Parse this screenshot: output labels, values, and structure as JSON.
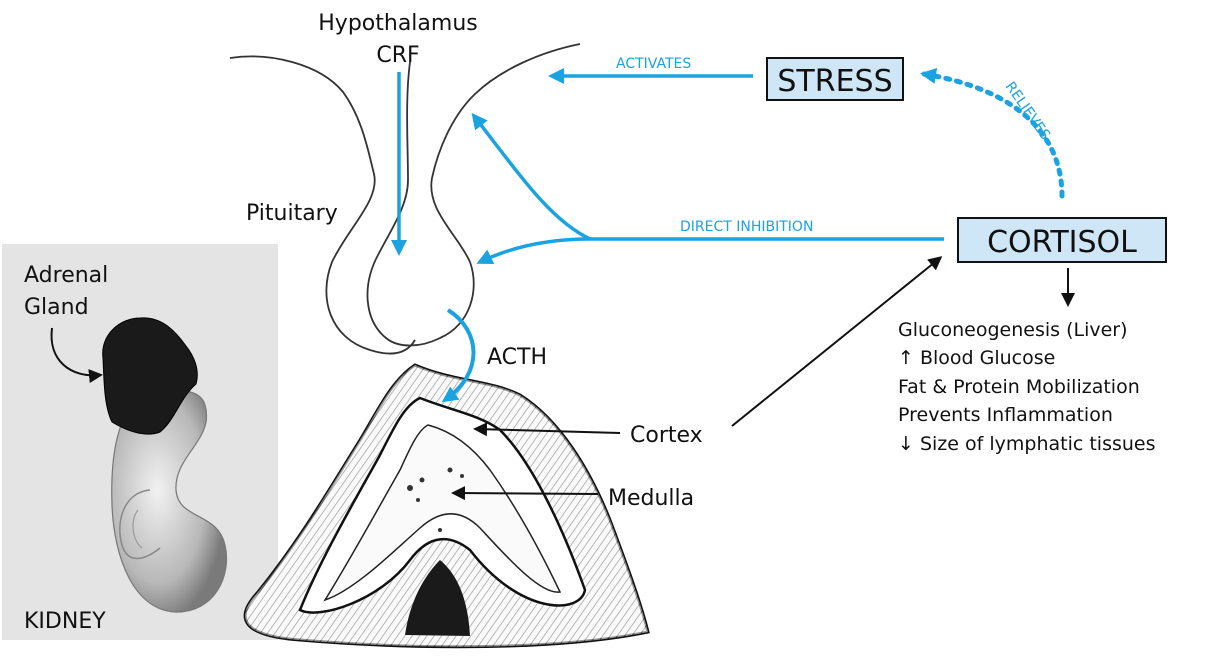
{
  "labels": {
    "hypothalamus": "Hypothalamus",
    "crf": "CRF",
    "pituitary": "Pituitary",
    "acth": "ACTH",
    "adrenal_gland_line1": "Adrenal",
    "adrenal_gland_line2": "Gland",
    "kidney": "KIDNEY",
    "cortex": "Cortex",
    "medulla": "Medulla"
  },
  "boxes": {
    "stress": "STRESS",
    "cortisol": "CORTISOL"
  },
  "arrow_labels": {
    "activates": "ACTIVATES",
    "relieves": "RELIEVES",
    "direct_inhibition": "DIRECT INHIBITION"
  },
  "cortisol_effects": [
    "Gluconeogenesis (Liver)",
    "↑ Blood Glucose",
    "Fat & Protein Mobilization",
    "Prevents Inflammation",
    "↓ Size of lymphatic tissues"
  ],
  "colors": {
    "accent_blue": "#1aa3e0",
    "box_fill": "#cfe6f7",
    "kidney_panel": "#e4e4e4",
    "ink": "#111111"
  }
}
